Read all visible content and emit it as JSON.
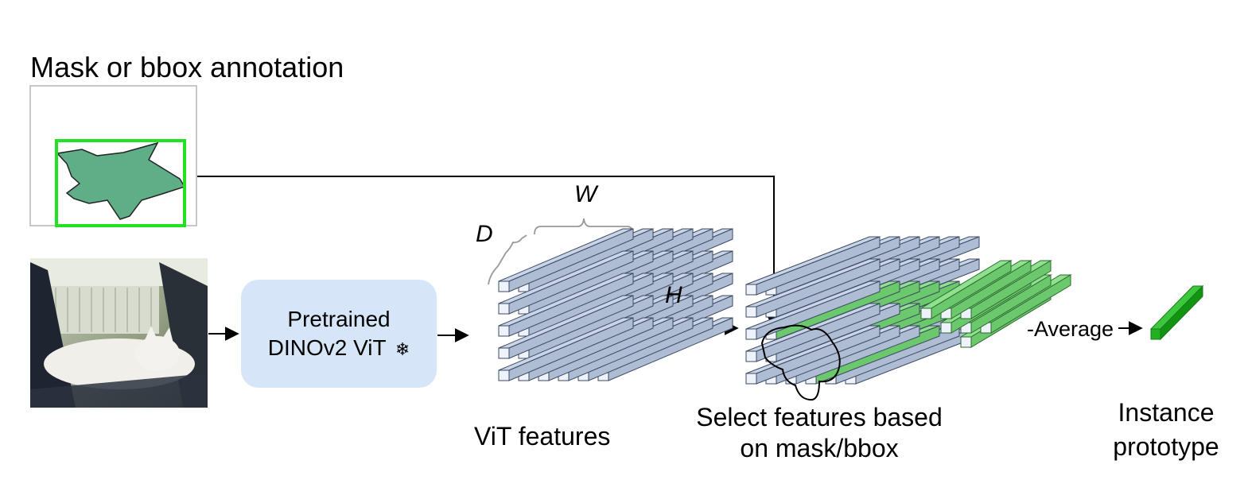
{
  "labels": {
    "annotation_title": "Mask or bbox annotation",
    "model_line1": "Pretrained",
    "model_line2": "DINOv2 ViT",
    "snowflake": "❄",
    "dim_w": "W",
    "dim_d": "D",
    "dim_h": "H",
    "vit_features": "ViT features",
    "select_line1": "Select features based",
    "select_line2": "on mask/bbox",
    "average": "-Average",
    "prototype_line1": "Instance",
    "prototype_line2": "prototype"
  },
  "colors": {
    "feature_bar": "#c9d4e8",
    "feature_bar_side": "#aebcd4",
    "selected_bar": "#8fe08f",
    "selected_bar_side": "#6cc86c",
    "prototype": "#22b022",
    "mask_fill": "#5fae88",
    "bbox": "#22e022",
    "model_block": "#d6e6f8"
  }
}
